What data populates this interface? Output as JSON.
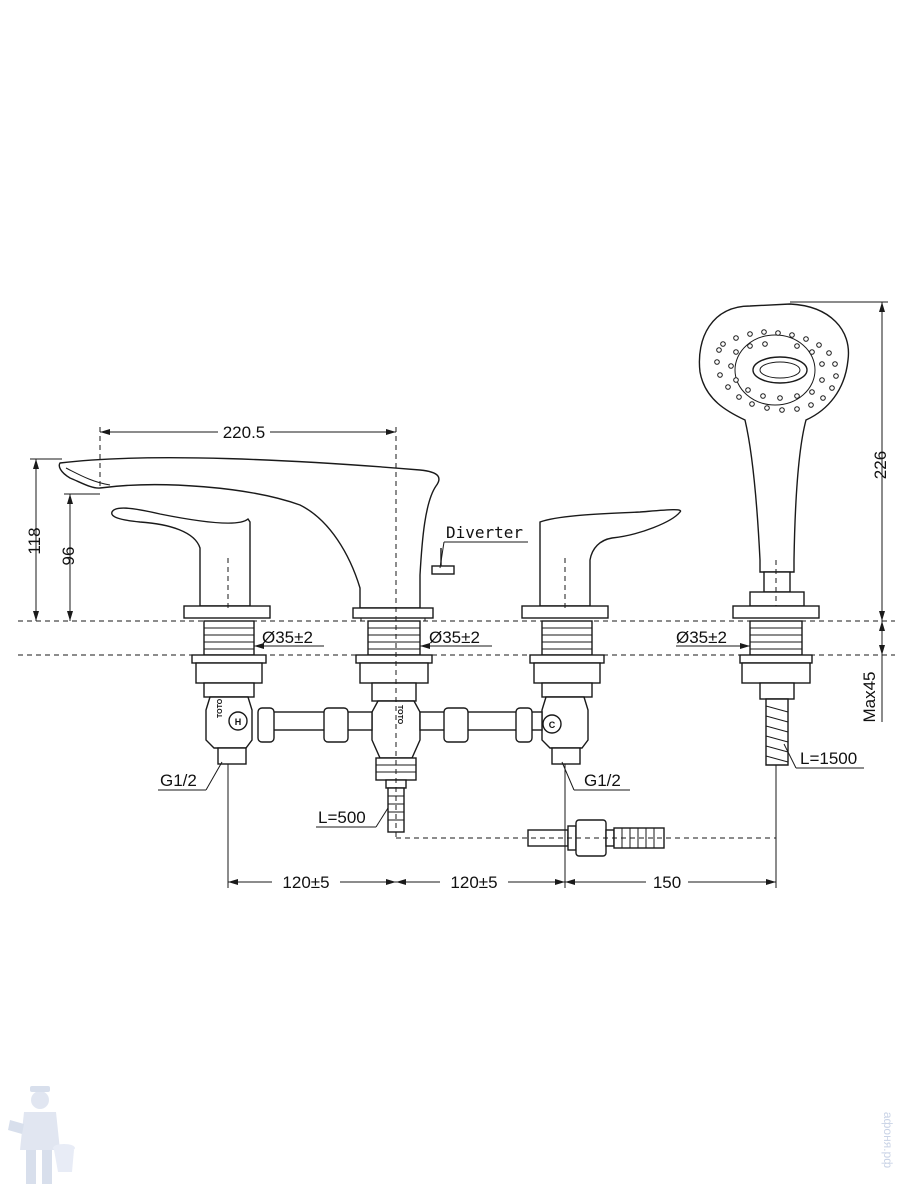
{
  "dimensions": {
    "spout_reach": "220.5",
    "height_118": "118",
    "height_96": "96",
    "handshower_height": "226",
    "max_depth": "Max45",
    "spacing_left": "120±5",
    "spacing_mid": "120±5",
    "spacing_right": "150",
    "hole_left": "Ø35±2",
    "hole_center": "Ø35±2",
    "hole_right": "Ø35±2"
  },
  "labels": {
    "diverter": "Diverter",
    "thread_left": "G1/2",
    "thread_right": "G1/2",
    "hose_500": "L=500",
    "hose_1500": "L=1500",
    "brand_left": "TOTO",
    "brand_center": "TOTO",
    "hot_mark": "H",
    "cold_mark": "C"
  },
  "watermark": {
    "site": "афоня.рф"
  },
  "colors": {
    "line": "#1a1a1a",
    "watermark": "#c9d3e6"
  }
}
